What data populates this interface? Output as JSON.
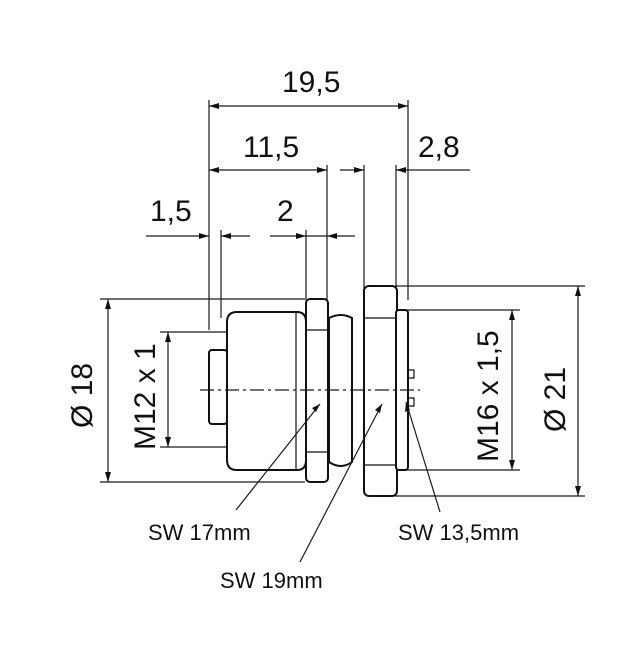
{
  "dimensions": {
    "overall_length": "19,5",
    "front_length": "11,5",
    "rear_length": "2,8",
    "pin_offset": "1,5",
    "thread_offset": "2",
    "diameter_left": "Ø 18",
    "thread_left": "M12 x 1",
    "thread_right": "M16 x 1,5",
    "diameter_right": "Ø 21"
  },
  "labels": {
    "wrench_17": "SW 17mm",
    "wrench_19": "SW 19mm",
    "wrench_13_5": "SW 13,5mm"
  }
}
